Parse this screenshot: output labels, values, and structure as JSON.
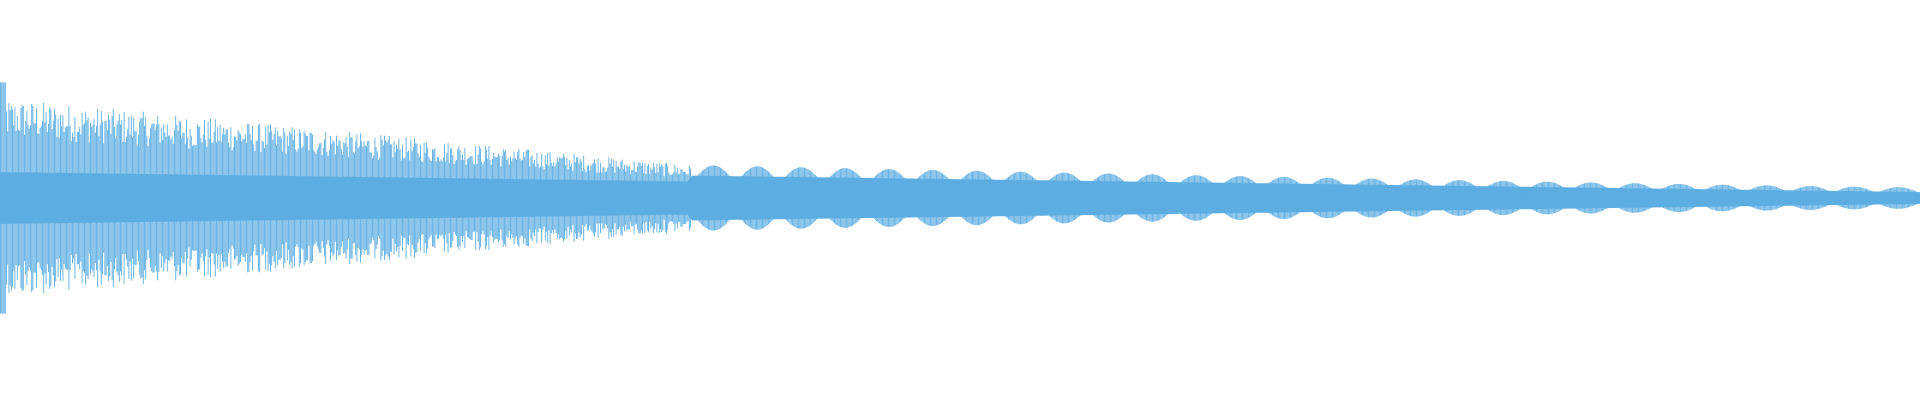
{
  "waveform": {
    "color": "#5dade2",
    "background": "#ffffff",
    "channels": 1,
    "envelope": {
      "attack_peak": 0.98,
      "early_level": 0.85,
      "transition_position": 0.36,
      "transition_level": 0.28,
      "end_level": 0.09,
      "beat_count": 28
    }
  }
}
